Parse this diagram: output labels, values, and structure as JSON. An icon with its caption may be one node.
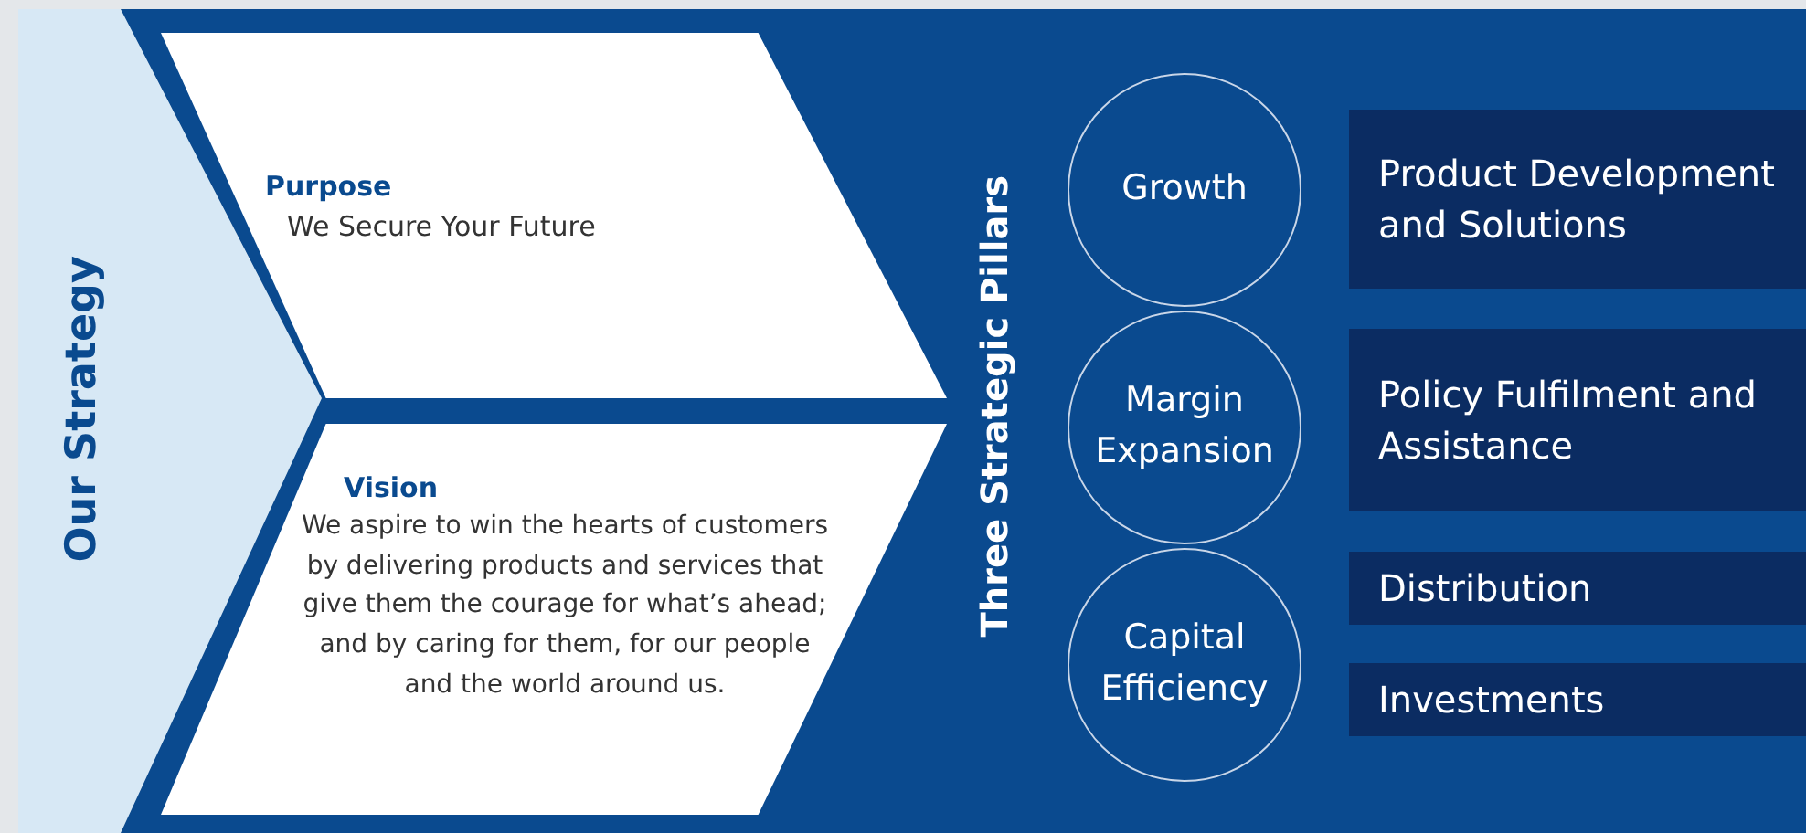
{
  "diagram": {
    "nodes": [
      {
        "text": [
          "Our Strategy"
        ]
      },
      {
        "text": [
          "Purpose",
          "We Secure Your Future"
        ]
      },
      {
        "text": [
          "Vision",
          "We aspire to win the hearts of customers by delivering products and services that give them the courage for what’s ahead; and by caring for them, for our people and the world around us."
        ]
      },
      {
        "text": [
          "Growth"
        ]
      },
      {
        "text": [
          "Margin Expansion"
        ]
      },
      {
        "text": [
          "Capital Efficiency"
        ]
      },
      {
        "text": [
          "Product Development and Solutions"
        ]
      },
      {
        "text": [
          "Policy Fulfilment and Assistance"
        ]
      },
      {
        "text": [
          "Distribution"
        ]
      },
      {
        "text": [
          "Investments"
        ]
      }
    ],
    "labels": [
      "Three Strategic Pillars"
    ]
  }
}
